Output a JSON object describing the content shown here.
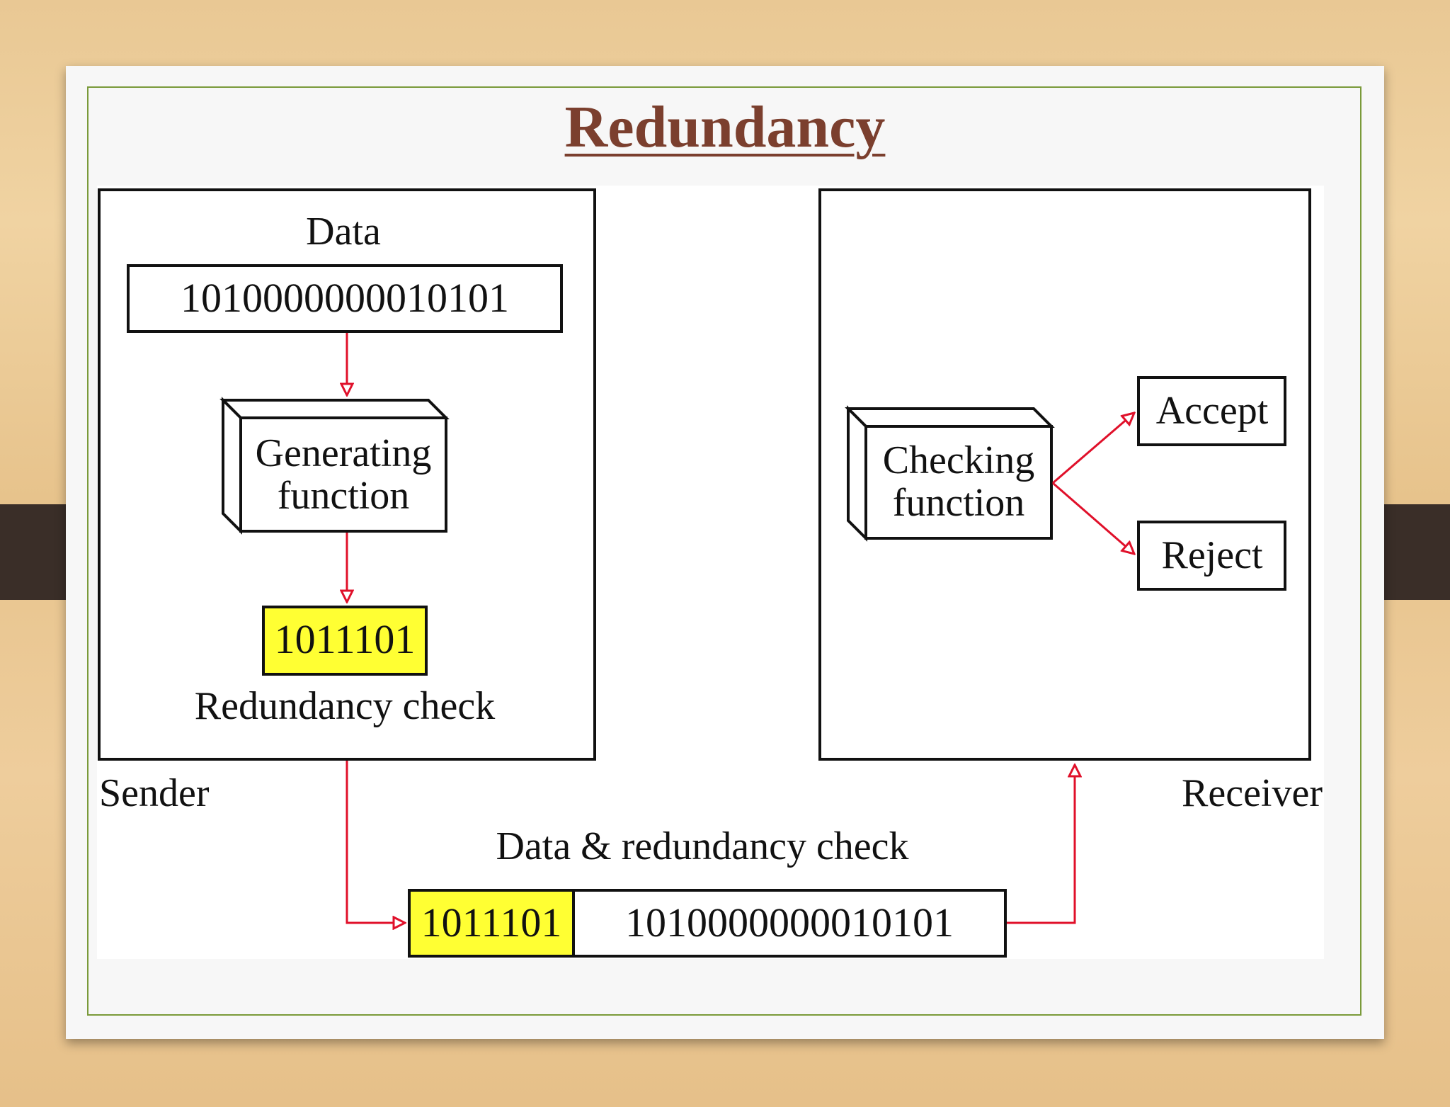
{
  "title": "Redundancy",
  "sender": {
    "label": "Sender",
    "data_label": "Data",
    "data_bits": "1010000000010101",
    "function_line1": "Generating",
    "function_line2": "function",
    "check_bits": "1011101",
    "check_label": "Redundancy check"
  },
  "receiver": {
    "label": "Receiver",
    "function_line1": "Checking",
    "function_line2": "function",
    "accept": "Accept",
    "reject": "Reject"
  },
  "transmission": {
    "label": "Data & redundancy check",
    "check_bits": "1011101",
    "data_bits": "1010000000010101"
  },
  "colors": {
    "title": "#7b3f2e",
    "arrow": "#e0102a",
    "highlight": "#ffff33",
    "frame": "#7a9a3a"
  }
}
